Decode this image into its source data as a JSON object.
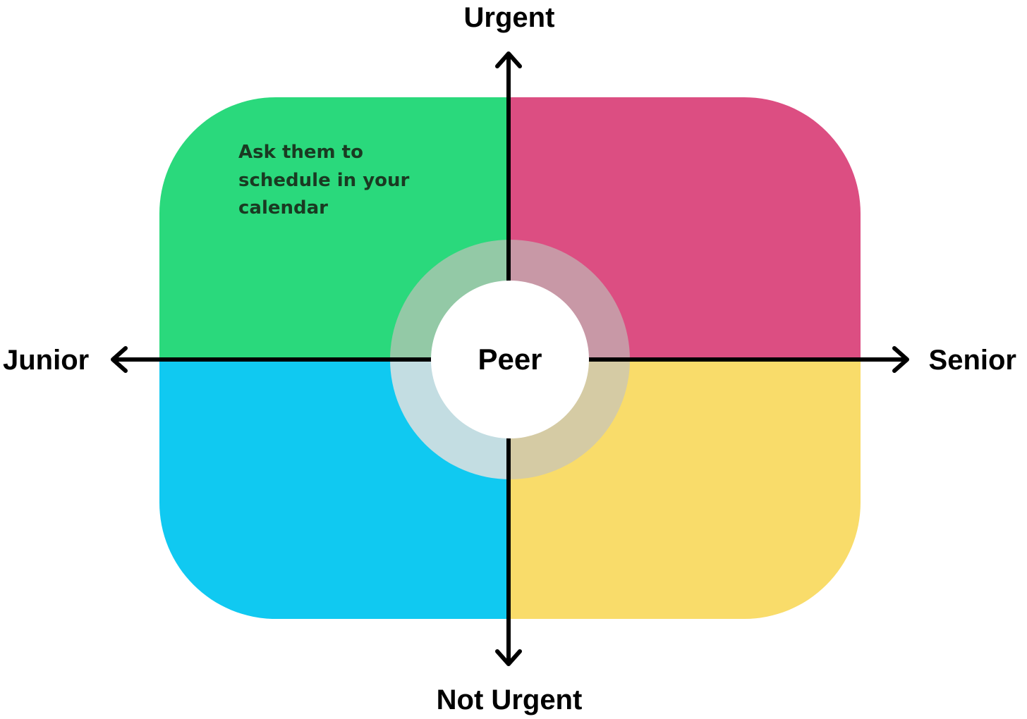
{
  "axes": {
    "top_label": "Urgent",
    "bottom_label": "Not Urgent",
    "left_label": "Junior",
    "right_label": "Senior"
  },
  "center": {
    "label": "Peer"
  },
  "quadrants": {
    "top_left": {
      "color": "#2ad97c",
      "text_lines": [
        "Ask them to",
        "schedule in your",
        "calendar"
      ]
    },
    "top_right": {
      "color": "#dc4e82",
      "text_lines": []
    },
    "bottom_left": {
      "color": "#10c9f1",
      "text_lines": []
    },
    "bottom_right": {
      "color": "#f9dc6a",
      "text_lines": []
    }
  },
  "colors": {
    "quadrant_text": "#1a3a22",
    "axis": "#000000",
    "ring_top_left": "#93c9a6",
    "ring_top_right": "#c898a6",
    "ring_bottom_left": "#c3dde2",
    "ring_bottom_right": "#d5cba4"
  }
}
